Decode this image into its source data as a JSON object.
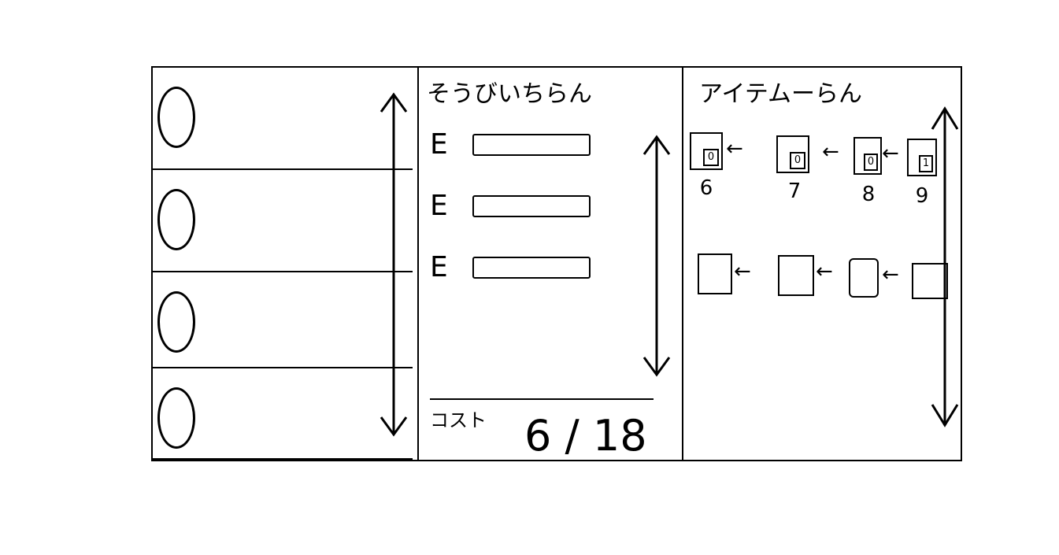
{
  "slots": [
    {
      "id": "slot-1"
    },
    {
      "id": "slot-2"
    },
    {
      "id": "slot-3"
    },
    {
      "id": "slot-4"
    }
  ],
  "equipment": {
    "title": "そうびいちらん",
    "rows": [
      {
        "letter": "E"
      },
      {
        "letter": "E"
      },
      {
        "letter": "E"
      }
    ],
    "cost_label": "コスト",
    "cost_value": "6 / 18"
  },
  "items": {
    "title": "アイテムーらん",
    "row1": [
      {
        "inner": "0",
        "number": "6"
      },
      {
        "inner": "0",
        "number": "7"
      },
      {
        "inner": "0",
        "number": "8"
      },
      {
        "inner": "1",
        "number": "9"
      }
    ],
    "row2": [
      {},
      {},
      {},
      {}
    ],
    "arrow": "←"
  }
}
